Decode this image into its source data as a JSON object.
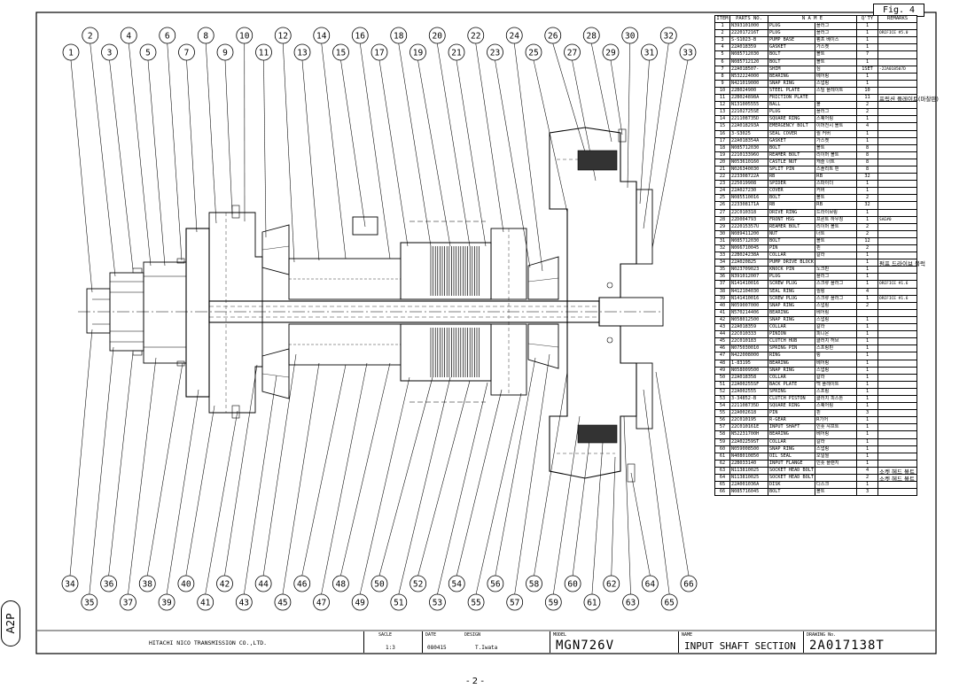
{
  "figure_label": "Fig. 4",
  "balloons": [
    "1",
    "2",
    "3",
    "4",
    "5",
    "6",
    "7",
    "8",
    "9",
    "10",
    "11",
    "12",
    "13",
    "14",
    "15",
    "16",
    "17",
    "18",
    "19",
    "20",
    "21",
    "22",
    "23",
    "24",
    "25",
    "26",
    "27",
    "28",
    "29",
    "30",
    "31",
    "32",
    "33",
    "34",
    "35",
    "36",
    "37",
    "38",
    "39",
    "40",
    "41",
    "42",
    "43",
    "44",
    "45",
    "46",
    "47",
    "48",
    "49",
    "50",
    "51",
    "52",
    "53",
    "54",
    "55",
    "56",
    "57",
    "58",
    "59",
    "60",
    "61",
    "62",
    "63",
    "64",
    "65",
    "66"
  ],
  "table": {
    "headers": {
      "item": "ITEM",
      "part_no": "PARTS NO.",
      "name": "N A M E",
      "qty": "Q'TY",
      "remarks": "REMARKS"
    },
    "rows": [
      {
        "item": "1",
        "part_no": "N393101000",
        "en": "PLUG",
        "ko": "플러그",
        "qty": "1",
        "rem": ""
      },
      {
        "item": "2",
        "part_no": "222017216T",
        "en": "PLUG",
        "ko": "플러그",
        "qty": "1",
        "rem": "ORIFICE #5.0"
      },
      {
        "item": "3",
        "part_no": "S-S1023-B",
        "en": "PUMP BASE",
        "ko": "펌프 베이스",
        "qty": "1",
        "rem": ""
      },
      {
        "item": "4",
        "part_no": "22A018359",
        "en": "GASKET",
        "ko": "가스켓",
        "qty": "1",
        "rem": ""
      },
      {
        "item": "5",
        "part_no": "N085712030",
        "en": "BOLT",
        "ko": "볼트",
        "qty": "7",
        "rem": ""
      },
      {
        "item": "6",
        "part_no": "N085712120",
        "en": "BOLT",
        "ko": "볼트",
        "qty": "1",
        "rem": ""
      },
      {
        "item": "7",
        "part_no": "22A018507-",
        "en": "SHIM",
        "ko": "심",
        "qty": "1SET",
        "rem": "-22A018507D"
      },
      {
        "item": "8",
        "part_no": "N532224000",
        "en": "BEARING",
        "ko": "베어링",
        "qty": "1",
        "rem": ""
      },
      {
        "item": "9",
        "part_no": "N421019000",
        "en": "SNAP RING",
        "ko": "스냅링",
        "qty": "1",
        "rem": ""
      },
      {
        "item": "10",
        "part_no": "22B024900",
        "en": "STEEL PLATE",
        "ko": "스틸 플레이트",
        "qty": "10",
        "rem": ""
      },
      {
        "item": "11",
        "part_no": "22B024898A",
        "en": "FRICTION PLATE",
        "ko": "",
        "qty": "11",
        "rem": "",
        "note": "프릭션 플레이트(마찰판)"
      },
      {
        "item": "12",
        "part_no": "N131005555",
        "en": "BALL",
        "ko": "볼",
        "qty": "2",
        "rem": ""
      },
      {
        "item": "13",
        "part_no": "22102725SE",
        "en": "PLUG",
        "ko": "플러그",
        "qty": "2",
        "rem": ""
      },
      {
        "item": "14",
        "part_no": "221108735D",
        "en": "SQUARE RING",
        "ko": "스퀘어링",
        "qty": "1",
        "rem": ""
      },
      {
        "item": "15",
        "part_no": "22A018293A",
        "en": "EMERGENCY BOLT",
        "ko": "이머전시 볼트",
        "qty": "4",
        "rem": ""
      },
      {
        "item": "16",
        "part_no": "3-S3025",
        "en": "SEAL COVER",
        "ko": "씰 커버",
        "qty": "1",
        "rem": ""
      },
      {
        "item": "17",
        "part_no": "22A018354A",
        "en": "GASKET",
        "ko": "가스켓",
        "qty": "1",
        "rem": ""
      },
      {
        "item": "18",
        "part_no": "N085712030",
        "en": "BOLT",
        "ko": "볼트",
        "qty": "8",
        "rem": ""
      },
      {
        "item": "19",
        "part_no": "221013396O",
        "en": "REAMER BOLT",
        "ko": "리이머 볼트",
        "qty": "8",
        "rem": ""
      },
      {
        "item": "20",
        "part_no": "N053610160",
        "en": "CASTLE NUT",
        "ko": "캐슬 너트",
        "qty": "8",
        "rem": ""
      },
      {
        "item": "21",
        "part_no": "N026340030",
        "en": "SPLIT PIN",
        "ko": "스플리트 핀",
        "qty": "8",
        "rem": ""
      },
      {
        "item": "22",
        "part_no": "223308722A",
        "en": "RB",
        "ko": "RB",
        "qty": "32",
        "rem": ""
      },
      {
        "item": "23",
        "part_no": "225019908",
        "en": "SPIDER",
        "ko": "스파이더",
        "qty": "1",
        "rem": ""
      },
      {
        "item": "24",
        "part_no": "22A027230",
        "en": "COVER",
        "ko": "커버",
        "qty": "1",
        "rem": ""
      },
      {
        "item": "25",
        "part_no": "N085510016",
        "en": "BOLT",
        "ko": "볼트",
        "qty": "2",
        "rem": ""
      },
      {
        "item": "26",
        "part_no": "223308171A",
        "en": "RB",
        "ko": "RB",
        "qty": "32",
        "rem": ""
      },
      {
        "item": "27",
        "part_no": "22C010318",
        "en": "DRIVE RING",
        "ko": "드라이브링",
        "qty": "1",
        "rem": ""
      },
      {
        "item": "28",
        "part_no": "22D004793",
        "en": "FRONT HSG",
        "ko": "프론트 하우징",
        "qty": "1",
        "rem": "SAE#0"
      },
      {
        "item": "29",
        "part_no": "222015357U",
        "en": "REAMER BOLT",
        "ko": "리이머 볼트",
        "qty": "2",
        "rem": ""
      },
      {
        "item": "30",
        "part_no": "N089411200",
        "en": "NUT",
        "ko": "너트",
        "qty": "2",
        "rem": ""
      },
      {
        "item": "31",
        "part_no": "N085712030",
        "en": "BOLT",
        "ko": "볼트",
        "qty": "12",
        "rem": ""
      },
      {
        "item": "32",
        "part_no": "N066710045",
        "en": "PIN",
        "ko": "핀",
        "qty": "2",
        "rem": ""
      },
      {
        "item": "33",
        "part_no": "22B024238A",
        "en": "COLLAR",
        "ko": "칼라",
        "qty": "1",
        "rem": ""
      },
      {
        "item": "34",
        "part_no": "22A020825",
        "en": "PUMP DRIVE BLOCK",
        "ko": "",
        "qty": "1",
        "rem": "",
        "note": "펌프 드라이브 블럭"
      },
      {
        "item": "35",
        "part_no": "N023709023",
        "en": "KNOCK PIN",
        "ko": "노크핀",
        "qty": "1",
        "rem": ""
      },
      {
        "item": "36",
        "part_no": "N391012007",
        "en": "PLUG",
        "ko": "플러그",
        "qty": "1",
        "rem": ""
      },
      {
        "item": "37",
        "part_no": "N141410016",
        "en": "SCREW PLUG",
        "ko": "스크류 플러그",
        "qty": "1",
        "rem": "ORIFICE #1.6"
      },
      {
        "item": "38",
        "part_no": "N412104030",
        "en": "SEAL RING",
        "ko": "씰링",
        "qty": "4",
        "rem": ""
      },
      {
        "item": "39",
        "part_no": "N141410016",
        "en": "SCREW PLUG",
        "ko": "스크류 플러그",
        "qty": "1",
        "rem": "ORIFICE #1.6"
      },
      {
        "item": "40",
        "part_no": "N059007000",
        "en": "SNAP RING",
        "ko": "스냅링",
        "qty": "2",
        "rem": ""
      },
      {
        "item": "41",
        "part_no": "N570214406",
        "en": "BEARING",
        "ko": "베어링",
        "qty": "",
        "rem": ""
      },
      {
        "item": "42",
        "part_no": "N058012500",
        "en": "SNAP RING",
        "ko": "스냅링",
        "qty": "1",
        "rem": ""
      },
      {
        "item": "43",
        "part_no": "22A018359",
        "en": "COLLAR",
        "ko": "칼라",
        "qty": "1",
        "rem": ""
      },
      {
        "item": "44",
        "part_no": "22C010333",
        "en": "PINION",
        "ko": "피니온",
        "qty": "1",
        "rem": ""
      },
      {
        "item": "45",
        "part_no": "22C010183",
        "en": "CLUTCH HUB",
        "ko": "클러치 허브",
        "qty": "1",
        "rem": ""
      },
      {
        "item": "46",
        "part_no": "N075030010",
        "en": "SPRING PIN",
        "ko": "스프링핀",
        "qty": "1",
        "rem": ""
      },
      {
        "item": "47",
        "part_no": "N422008000",
        "en": "RING",
        "ko": "링",
        "qty": "1",
        "rem": ""
      },
      {
        "item": "48",
        "part_no": "1-83195",
        "en": "BEARING",
        "ko": "베어링",
        "qty": "1",
        "rem": ""
      },
      {
        "item": "49",
        "part_no": "N058009500",
        "en": "SNAP RING",
        "ko": "스냅링",
        "qty": "1",
        "rem": ""
      },
      {
        "item": "50",
        "part_no": "22A018358",
        "en": "COLLAR",
        "ko": "칼라",
        "qty": "1",
        "rem": ""
      },
      {
        "item": "51",
        "part_no": "22A00255SF",
        "en": "BACK PLATE",
        "ko": "백 플레이트",
        "qty": "1",
        "rem": ""
      },
      {
        "item": "52",
        "part_no": "22A002555",
        "en": "SPRING",
        "ko": "스프링",
        "qty": "1",
        "rem": ""
      },
      {
        "item": "53",
        "part_no": "3-34852-B",
        "en": "CLUTCH PISTON",
        "ko": "클러치 피스톤",
        "qty": "1",
        "rem": ""
      },
      {
        "item": "54",
        "part_no": "221108735D",
        "en": "SQUARE RING",
        "ko": "스퀘어링",
        "qty": "1",
        "rem": ""
      },
      {
        "item": "55",
        "part_no": "22A002618",
        "en": "PIN",
        "ko": "핀",
        "qty": "3",
        "rem": ""
      },
      {
        "item": "56",
        "part_no": "22C010195",
        "en": "R-GEAR",
        "ko": "R기어",
        "qty": "1",
        "rem": ""
      },
      {
        "item": "57",
        "part_no": "22C010161E",
        "en": "INPUT SHAFT",
        "ko": "인풋 샤프트",
        "qty": "1",
        "rem": ""
      },
      {
        "item": "58",
        "part_no": "N52231700H",
        "en": "BEARING",
        "ko": "베어링",
        "qty": "1",
        "rem": ""
      },
      {
        "item": "59",
        "part_no": "22A02259ST",
        "en": "COLLAR",
        "ko": "칼라",
        "qty": "1",
        "rem": ""
      },
      {
        "item": "60",
        "part_no": "N059008500",
        "en": "SNAP RING",
        "ko": "스냅링",
        "qty": "1",
        "rem": ""
      },
      {
        "item": "61",
        "part_no": "N408010850",
        "en": "OIL SEAL",
        "ko": "오일씰",
        "qty": "1",
        "rem": ""
      },
      {
        "item": "62",
        "part_no": "22B033140",
        "en": "INPUT FLANGE",
        "ko": "인풋 플랜지",
        "qty": "1",
        "rem": ""
      },
      {
        "item": "63",
        "part_no": "N113810025",
        "en": "SOCKET HEAD BOLT",
        "ko": "",
        "qty": "4",
        "rem": "",
        "note": "소켓 헤드 볼트"
      },
      {
        "item": "64",
        "part_no": "N113810025",
        "en": "SOCKET HEAD BOLT",
        "ko": "",
        "qty": "2",
        "rem": "",
        "note": "소켓 헤드 볼트"
      },
      {
        "item": "65",
        "part_no": "22A001036A",
        "en": "DISK",
        "ko": "디스크",
        "qty": "1",
        "rem": ""
      },
      {
        "item": "66",
        "part_no": "N085716045",
        "en": "BOLT",
        "ko": "볼트",
        "qty": "3",
        "rem": ""
      }
    ]
  },
  "title_block": {
    "company": "HITACHI NICO TRANSMISSION CO.,LTD.",
    "scale_label": "SACLE",
    "scale_value": "1:3",
    "date_label": "DATE",
    "date_value": "080415",
    "design_label": "DESIGN",
    "design_value": "T.Iwata",
    "model_label": "MODEL",
    "model_value": "MGN726V",
    "name_label": "NAME",
    "name_value": "INPUT SHAFT SECTION",
    "drawing_label": "DRAWING No.",
    "drawing_value": "2A017138T"
  },
  "page_number": "- 2 -",
  "side_tag": "A2P"
}
